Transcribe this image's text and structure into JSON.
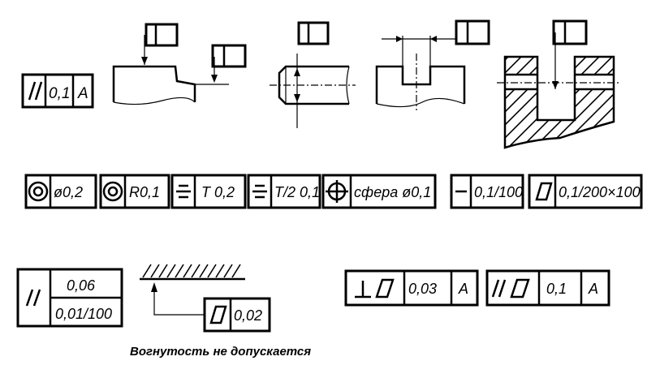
{
  "colors": {
    "ink": "#000000",
    "paper": "#ffffff"
  },
  "icons": {
    "parallelism": "parallelism-icon",
    "circularity": "circularity-icon",
    "concentricity": "concentricity-icon",
    "symmetry": "symmetry-icon",
    "position": "position-icon",
    "straightness": "straightness-icon",
    "flatness": "flatness-icon",
    "perpendicularity": "perpendicularity-icon"
  },
  "row1": {
    "frame_parallel": {
      "value": "0,1",
      "datum": "A"
    }
  },
  "row2": {
    "f1": {
      "value": "ø0,2"
    },
    "f2": {
      "value": "R0,1"
    },
    "f3": {
      "value": "T 0,2"
    },
    "f4": {
      "value": "T/2 0,1"
    },
    "f5": {
      "value": "сфера ø0,1"
    },
    "f6": {
      "value": "0,1/100"
    },
    "f7": {
      "value": "0,1/200×100"
    }
  },
  "row3": {
    "stacked": {
      "top": "0,06",
      "bottom": "0,01/100"
    },
    "flat": {
      "value": "0,02",
      "caption": "Вогнутость не допускается"
    },
    "perp": {
      "value": "0,03",
      "datum": "A"
    },
    "par2": {
      "value": "0,1",
      "datum": "A"
    }
  }
}
